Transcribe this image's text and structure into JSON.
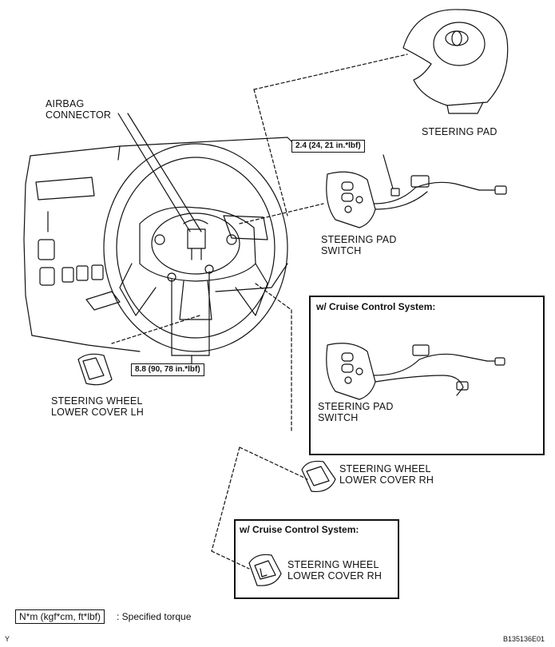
{
  "labels": {
    "airbag_connector_line1": "AIRBAG",
    "airbag_connector_line2": "CONNECTOR",
    "steering_pad": "STEERING PAD",
    "pad_switch_line1": "STEERING PAD",
    "pad_switch_line2": "SWITCH",
    "lower_cover_lh_line1": "STEERING WHEEL",
    "lower_cover_lh_line2": "LOWER COVER LH",
    "lower_cover_rh_line1": "STEERING WHEEL",
    "lower_cover_rh_line2": "LOWER COVER RH",
    "box1_switch_line1": "STEERING PAD",
    "box1_switch_line2": "SWITCH",
    "box2_cover_line1": "STEERING WHEEL",
    "box2_cover_line2": "LOWER COVER RH"
  },
  "torques": {
    "pad_switch_screw": "2.4 (24, 21 in.*lbf)",
    "airbag_bolt": "8.8 (90, 78 in.*lbf)"
  },
  "boxes": {
    "cruise_box1_title": "w/ Cruise Control System:",
    "cruise_box2_title": "w/ Cruise Control System:"
  },
  "legend": {
    "key": "N*m (kgf*cm, ft*lbf)",
    "text": ": Specified torque"
  },
  "corner": {
    "left": "Y",
    "right": "B135136E01"
  }
}
